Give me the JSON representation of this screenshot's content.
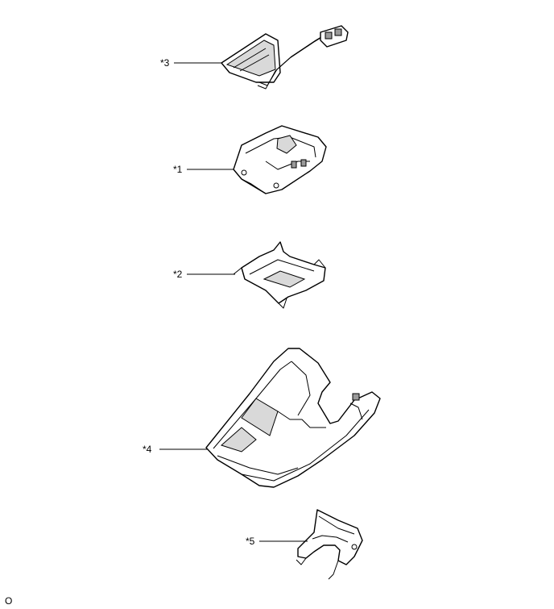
{
  "callouts": {
    "c1": "*1",
    "c2": "*2",
    "c3": "*3",
    "c4": "*4",
    "c5": "*5"
  },
  "figure_code": "O"
}
